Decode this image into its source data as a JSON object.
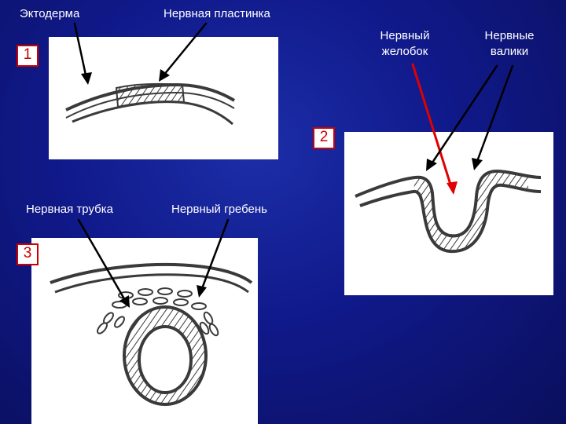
{
  "labels": {
    "ectoderm": "Эктодерма",
    "neural_plate": "Нервная пластинка",
    "neural_groove_1": "Нервный",
    "neural_groove_2": "желобок",
    "neural_folds_1": "Нервные",
    "neural_folds_2": "валики",
    "neural_tube": "Нервная трубка",
    "neural_crest": "Нервный гребень"
  },
  "stages": {
    "s1": "1",
    "s2": "2",
    "s3": "3"
  },
  "colors": {
    "background": "#10198a",
    "panel": "#ffffff",
    "stage_border": "#cc0000",
    "arrow_black": "#000000",
    "arrow_red": "#e00000",
    "ink": "#3a3a3a"
  }
}
